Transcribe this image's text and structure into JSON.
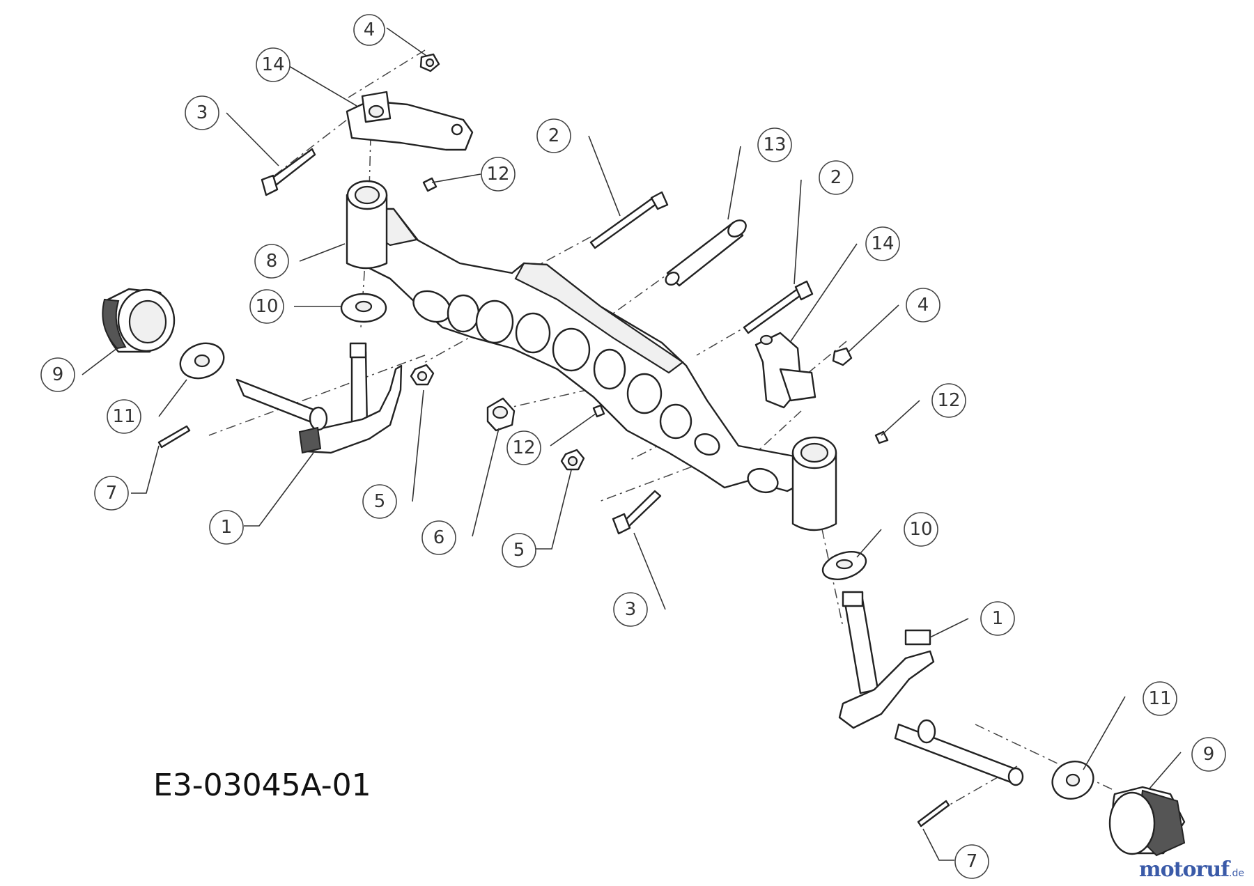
{
  "drawing_code": "E3-03045A-01",
  "brand": {
    "main": "motoruf",
    "accent": "",
    "suffix": ".de"
  },
  "callouts": [
    {
      "id": "c4a",
      "label": "4"
    },
    {
      "id": "c14a",
      "label": "14"
    },
    {
      "id": "c3a",
      "label": "3"
    },
    {
      "id": "c12a",
      "label": "12"
    },
    {
      "id": "c2a",
      "label": "2"
    },
    {
      "id": "c13",
      "label": "13"
    },
    {
      "id": "c2b",
      "label": "2"
    },
    {
      "id": "c14b",
      "label": "14"
    },
    {
      "id": "c4b",
      "label": "4"
    },
    {
      "id": "c8",
      "label": "8"
    },
    {
      "id": "c10a",
      "label": "10"
    },
    {
      "id": "c9a",
      "label": "9"
    },
    {
      "id": "c11a",
      "label": "11"
    },
    {
      "id": "c7a",
      "label": "7"
    },
    {
      "id": "c1a",
      "label": "1"
    },
    {
      "id": "c5a",
      "label": "5"
    },
    {
      "id": "c6",
      "label": "6"
    },
    {
      "id": "c12b",
      "label": "12"
    },
    {
      "id": "c5b",
      "label": "5"
    },
    {
      "id": "c12c",
      "label": "12"
    },
    {
      "id": "c3b",
      "label": "3"
    },
    {
      "id": "c10b",
      "label": "10"
    },
    {
      "id": "c1b",
      "label": "1"
    },
    {
      "id": "c11b",
      "label": "11"
    },
    {
      "id": "c9b",
      "label": "9"
    },
    {
      "id": "c7b",
      "label": "7"
    }
  ]
}
